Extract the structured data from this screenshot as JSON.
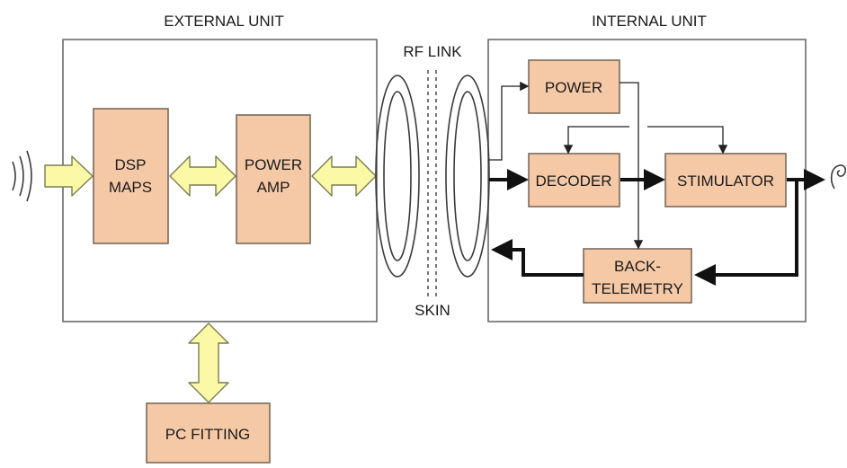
{
  "labels": {
    "external_unit": "EXTERNAL UNIT",
    "internal_unit": "INTERNAL UNIT",
    "rf_link": "RF LINK",
    "skin": "SKIN"
  },
  "blocks": {
    "dsp_maps": [
      "DSP",
      "MAPS"
    ],
    "power_amp": [
      "POWER",
      "AMP"
    ],
    "pc_fitting": "PC FITTING",
    "power": "POWER",
    "decoder": "DECODER",
    "stimulator": "STIMULATOR",
    "back_telemetry": [
      "BACK-",
      "TELEMETRY"
    ]
  },
  "colors": {
    "block_fill": "#f6c9a6",
    "arrow_fill": "#fbf8a6"
  },
  "icons": {
    "input": "sound-wave-icon",
    "output": "cochlea-icon"
  }
}
